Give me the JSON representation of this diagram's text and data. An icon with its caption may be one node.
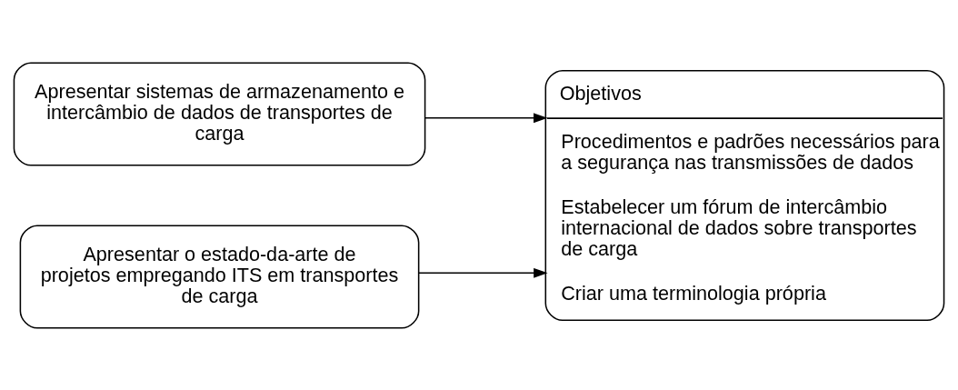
{
  "diagram": {
    "nodes": [
      {
        "text": [
          "Apresentar sistemas de armazenamento e intercâmbio de dados de transportes de carga"
        ]
      },
      {
        "text": [
          "Apresentar o estado-da-arte de projetos empregando ITS em transportes de carga"
        ]
      },
      {
        "text": [
          "Objetivos",
          "Procedimentos e padrões necessários para a segurança nas transmissões de dados",
          "Estabelecer um fórum de intercâmbio internacional de dados sobre transportes de carga",
          "Criar uma terminologia própria"
        ]
      }
    ],
    "edges": [
      {
        "from": 0,
        "to": 2,
        "arrow": "to"
      },
      {
        "from": 1,
        "to": 2,
        "arrow": "to"
      }
    ]
  }
}
